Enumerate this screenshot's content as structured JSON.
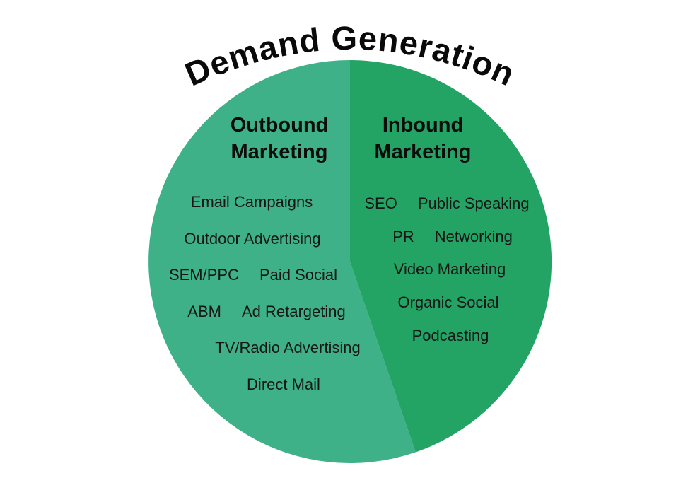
{
  "title": "Demand Generation",
  "colors": {
    "background": "#ffffff",
    "outbound_slice": "#3eb189",
    "inbound_slice": "#23a464",
    "title_text": "#0a0a0a",
    "body_text": "#161616"
  },
  "slices": {
    "outbound": {
      "heading": [
        "Outbound",
        "Marketing"
      ],
      "rows": [
        [
          "Email Campaigns"
        ],
        [
          "Outdoor Advertising"
        ],
        [
          "SEM/PPC",
          "Paid Social"
        ],
        [
          "ABM",
          "Ad Retargeting"
        ],
        [
          "TV/Radio Advertising"
        ],
        [
          "Direct Mail"
        ]
      ]
    },
    "inbound": {
      "heading": [
        "Inbound",
        "Marketing"
      ],
      "rows": [
        [
          "SEO",
          "Public Speaking"
        ],
        [
          "PR",
          "Networking"
        ],
        [
          "Video Marketing"
        ],
        [
          "Organic Social"
        ],
        [
          "Podcasting"
        ]
      ]
    }
  }
}
